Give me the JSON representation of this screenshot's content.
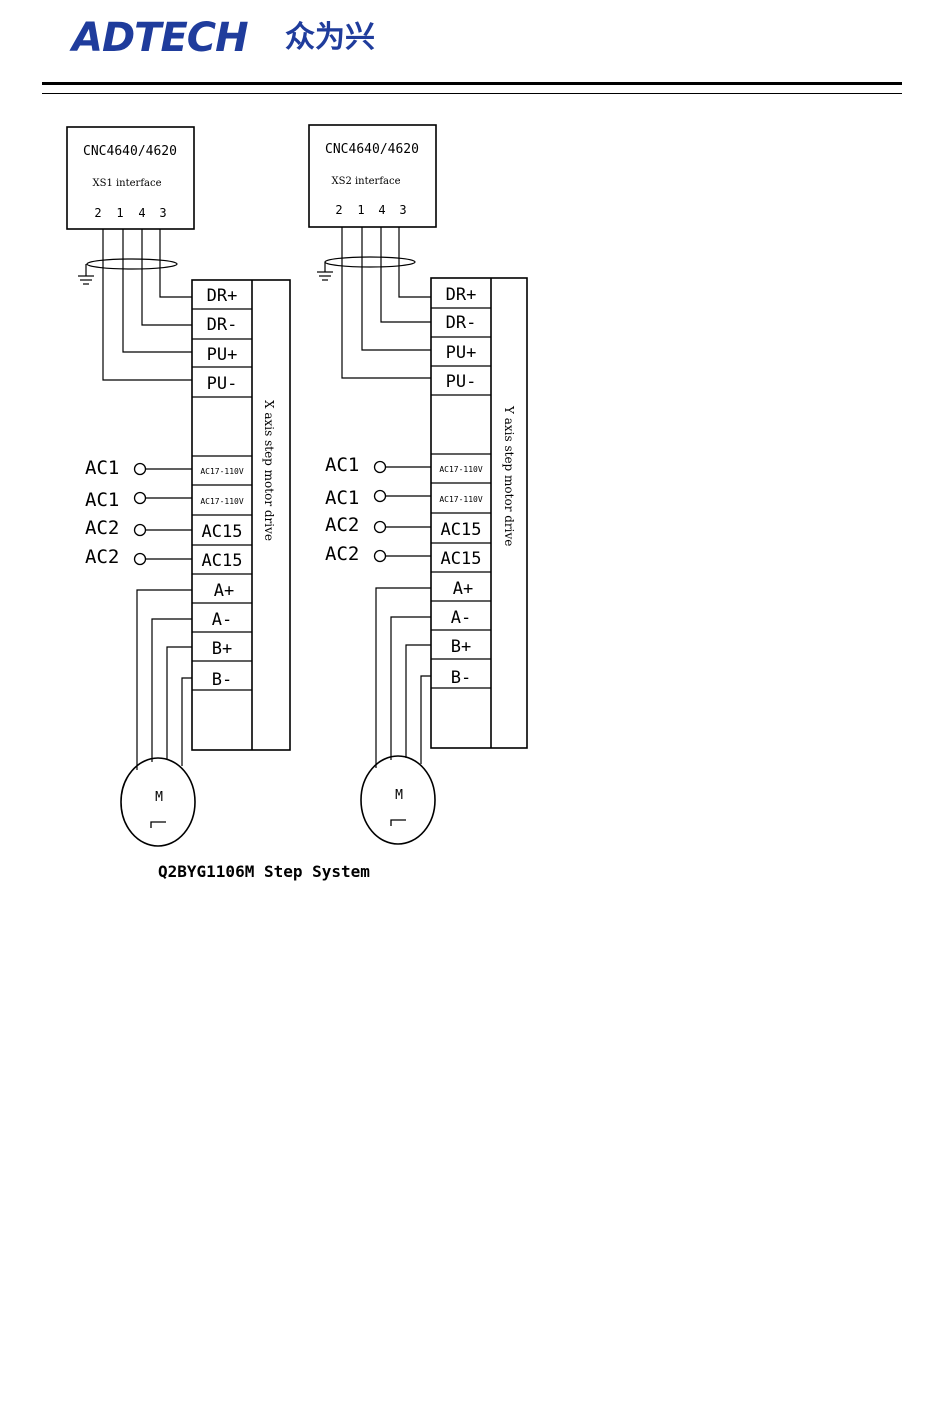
{
  "header": {
    "logo_text": "ADTECH",
    "logo_cn": "众为兴"
  },
  "colors": {
    "logo": "#1f3c9c",
    "line": "#000000"
  },
  "diagram": {
    "caption": "Q2BYG1106M Step System",
    "x_axis": {
      "controller_title": "CNC4640/4620",
      "interface_label": "XS1 interface",
      "pins": [
        "2",
        "1",
        "4",
        "3"
      ],
      "terminals_signal": [
        "DR+",
        "DR-",
        "PU+",
        "PU-"
      ],
      "terminals_power": [
        "AC17-110V",
        "AC17-110V",
        "AC15",
        "AC15"
      ],
      "terminals_motor": [
        "A+",
        "A-",
        "B+",
        "B-"
      ],
      "ac_labels": [
        "AC1",
        "AC1",
        "AC2",
        "AC2"
      ],
      "drive_label": "X axis step motor drive",
      "motor_label": "M"
    },
    "y_axis": {
      "controller_title": "CNC4640/4620",
      "interface_label": "XS2 interface",
      "pins": [
        "2",
        "1",
        "4",
        "3"
      ],
      "terminals_signal": [
        "DR+",
        "DR-",
        "PU+",
        "PU-"
      ],
      "terminals_power": [
        "AC17-110V",
        "AC17-110V",
        "AC15",
        "AC15"
      ],
      "terminals_motor": [
        "A+",
        "A-",
        "B+",
        "B-"
      ],
      "ac_labels": [
        "AC1",
        "AC1",
        "AC2",
        "AC2"
      ],
      "drive_label": "Y axis step motor drive",
      "motor_label": "M"
    }
  }
}
